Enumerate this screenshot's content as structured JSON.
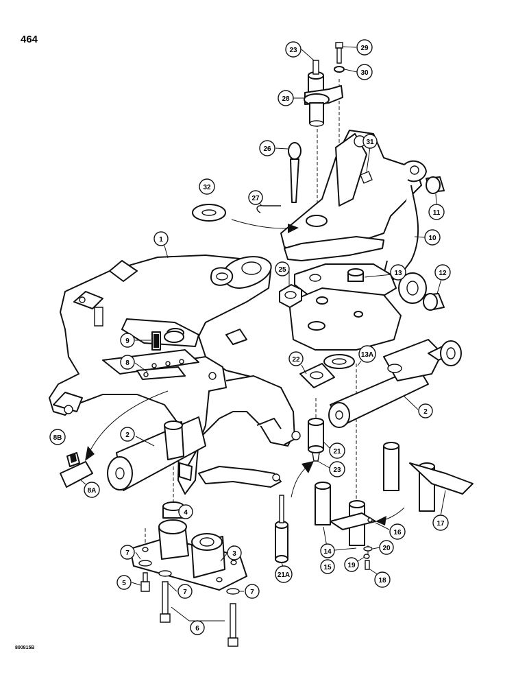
{
  "page": {
    "number": "464",
    "figure_code": "800815B"
  },
  "callouts": [
    {
      "id": "c1",
      "label": "1"
    },
    {
      "id": "c2a",
      "label": "2"
    },
    {
      "id": "c2b",
      "label": "2"
    },
    {
      "id": "c3",
      "label": "3"
    },
    {
      "id": "c4",
      "label": "4"
    },
    {
      "id": "c5",
      "label": "5"
    },
    {
      "id": "c6",
      "label": "6"
    },
    {
      "id": "c7a",
      "label": "7"
    },
    {
      "id": "c7b",
      "label": "7"
    },
    {
      "id": "c7c",
      "label": "7"
    },
    {
      "id": "c8",
      "label": "8"
    },
    {
      "id": "c8a",
      "label": "8A"
    },
    {
      "id": "c8b",
      "label": "8B"
    },
    {
      "id": "c9",
      "label": "9"
    },
    {
      "id": "c10",
      "label": "10"
    },
    {
      "id": "c11",
      "label": "11"
    },
    {
      "id": "c12",
      "label": "12"
    },
    {
      "id": "c13",
      "label": "13"
    },
    {
      "id": "c13a",
      "label": "13A"
    },
    {
      "id": "c14",
      "label": "14"
    },
    {
      "id": "c15",
      "label": "15"
    },
    {
      "id": "c16",
      "label": "16"
    },
    {
      "id": "c17",
      "label": "17"
    },
    {
      "id": "c18",
      "label": "18"
    },
    {
      "id": "c19",
      "label": "19"
    },
    {
      "id": "c20",
      "label": "20"
    },
    {
      "id": "c21",
      "label": "21"
    },
    {
      "id": "c21a",
      "label": "21A"
    },
    {
      "id": "c22",
      "label": "22"
    },
    {
      "id": "c23a",
      "label": "23"
    },
    {
      "id": "c23b",
      "label": "23"
    },
    {
      "id": "c25",
      "label": "25"
    },
    {
      "id": "c26",
      "label": "26"
    },
    {
      "id": "c27",
      "label": "27"
    },
    {
      "id": "c28",
      "label": "28"
    },
    {
      "id": "c29",
      "label": "29"
    },
    {
      "id": "c30",
      "label": "30"
    },
    {
      "id": "c31",
      "label": "31"
    },
    {
      "id": "c32",
      "label": "32"
    }
  ]
}
